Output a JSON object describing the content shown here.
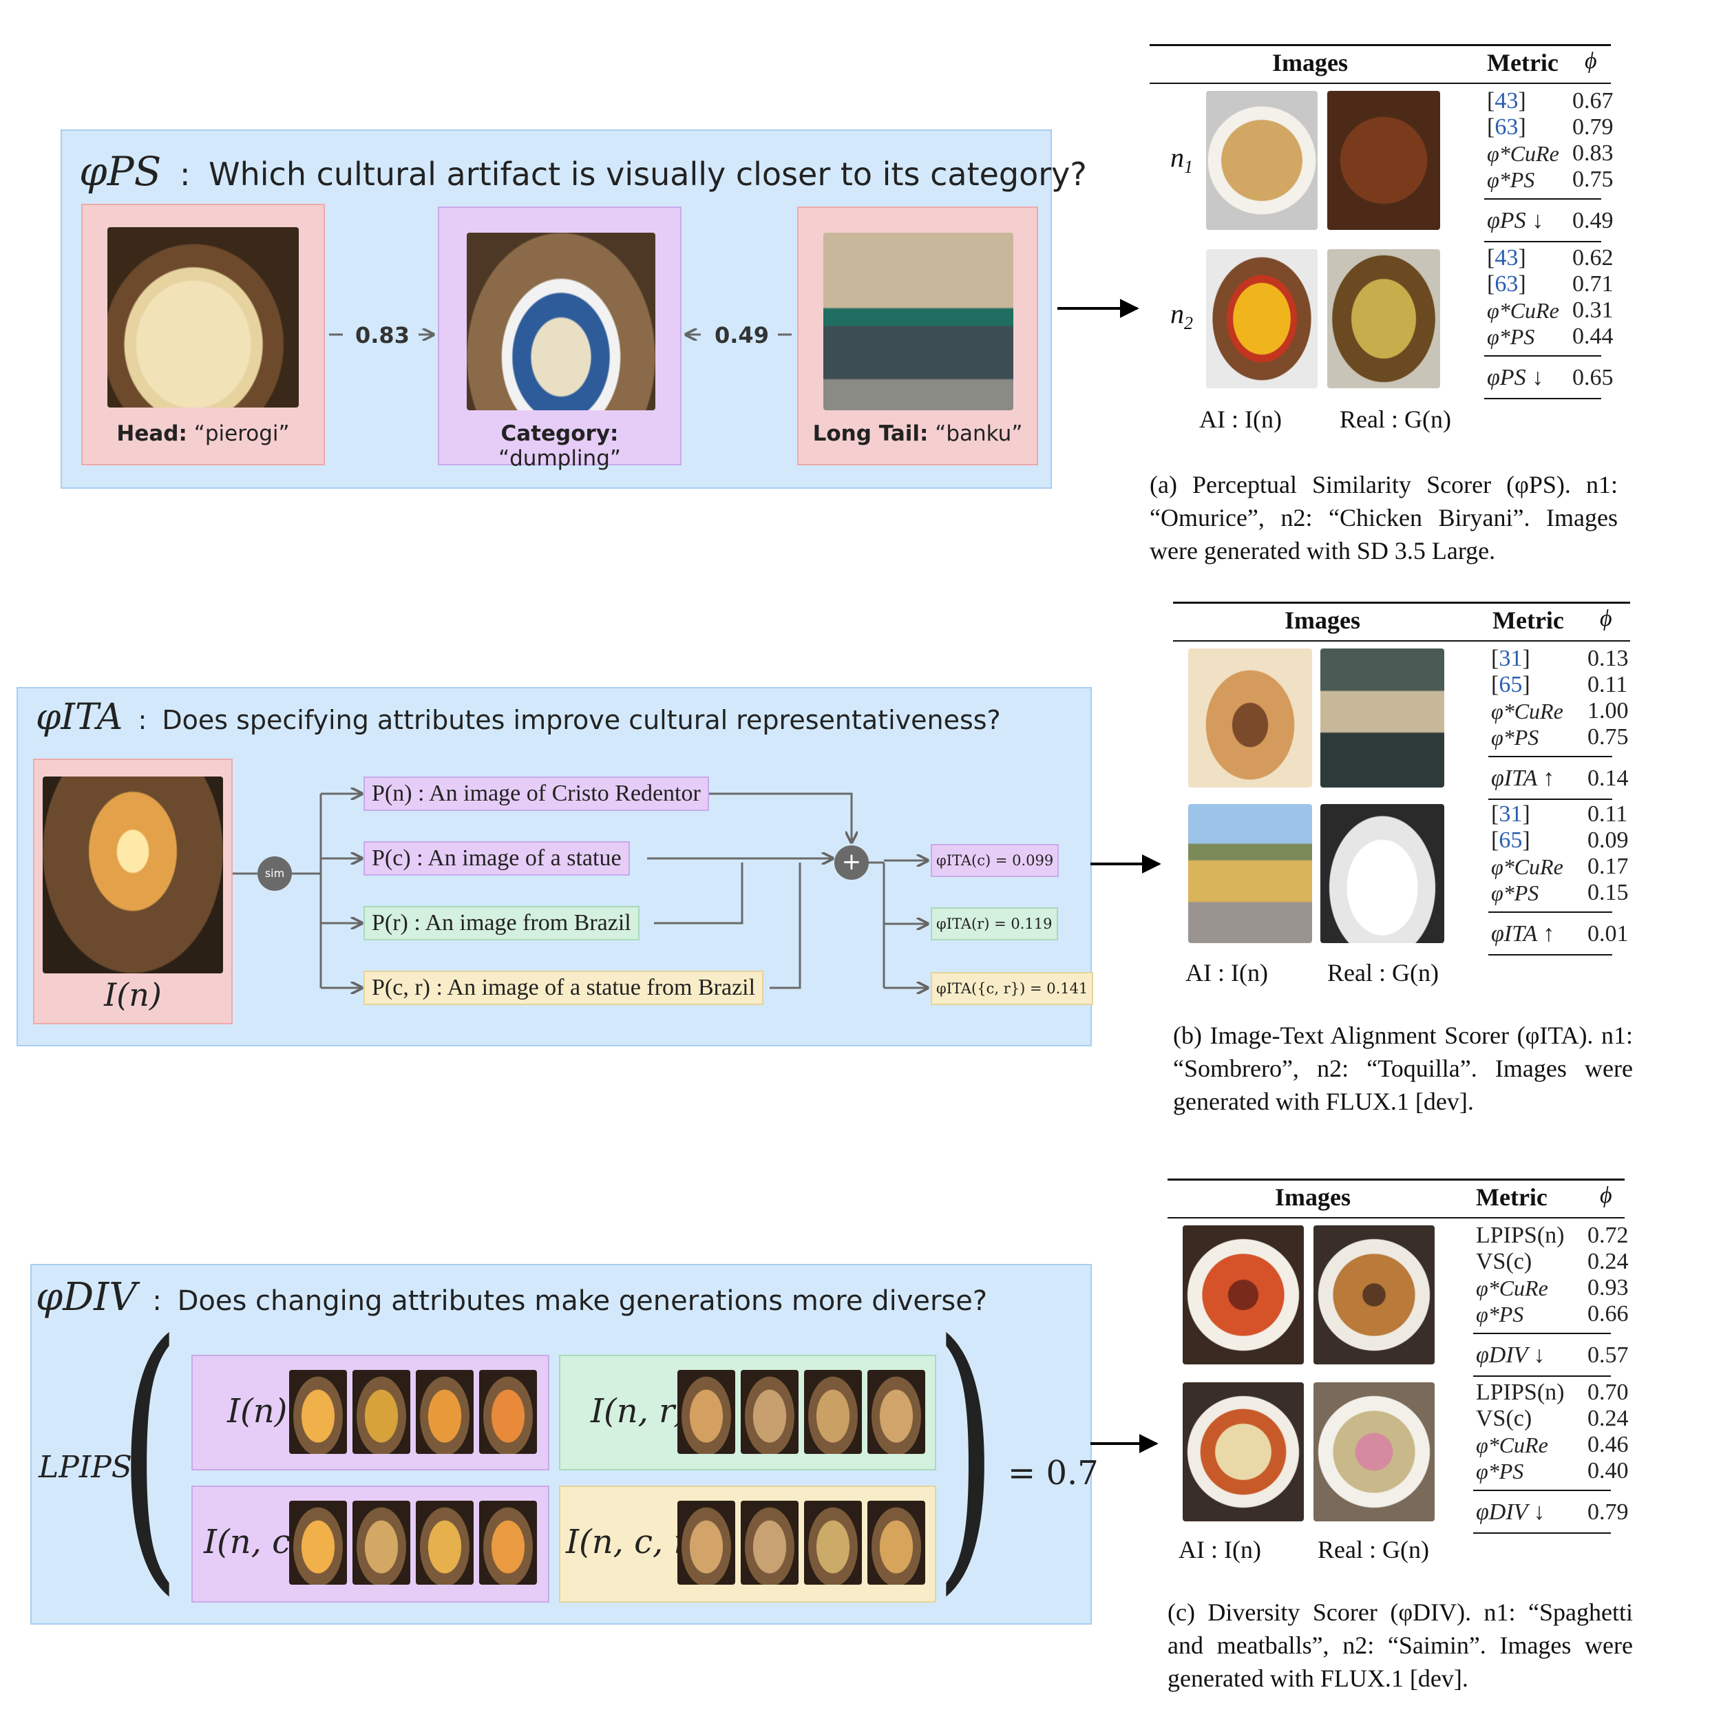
{
  "ps": {
    "symbol": "φPS",
    "question": "Which cultural artifact is visually closer to its category?",
    "head_key": "Head:",
    "head_val": "“pierogi”",
    "category_key": "Category:",
    "category_val": "“dumpling”",
    "tail_key": "Long Tail:",
    "tail_val": "“banku”",
    "score_head": "0.83",
    "score_tail": "0.49",
    "table": {
      "col_images": "Images",
      "col_metric": "Metric",
      "col_phi": "ϕ",
      "row_n1": "n1",
      "row_n2": "n2",
      "n1_metrics": [
        [
          "[43]",
          "0.67"
        ],
        [
          "[63]",
          "0.79"
        ],
        [
          "φ*CuRe",
          "0.83"
        ],
        [
          "φ*PS",
          "0.75"
        ]
      ],
      "n1_final": [
        "φPS ↓",
        "0.49"
      ],
      "n2_metrics": [
        [
          "[43]",
          "0.62"
        ],
        [
          "[63]",
          "0.71"
        ],
        [
          "φ*CuRe",
          "0.31"
        ],
        [
          "φ*PS",
          "0.44"
        ]
      ],
      "n2_final": [
        "φPS ↓",
        "0.65"
      ],
      "ai_label": "AI : I(n)",
      "real_label": "Real : G(n)"
    },
    "caption": "(a) Perceptual Similarity Scorer (φPS). n1: “Omurice”, n2: “Chicken Biryani”. Images were generated with SD 3.5 Large."
  },
  "ita": {
    "symbol": "φITA",
    "question": "Does specifying attributes improve cultural representativeness?",
    "image_label": "I(n)",
    "sim": "sim",
    "plus": "+",
    "prompts": [
      "P(n) : An image of Cristo Redentor",
      "P(c) : An image of a statue",
      "P(r) : An image from Brazil",
      "P(c, r) : An image of a statue from Brazil"
    ],
    "results": [
      "φITA(c) = 0.099",
      "φITA(r) = 0.119",
      "φITA({c, r}) = 0.141"
    ],
    "table": {
      "col_images": "Images",
      "col_metric": "Metric",
      "col_phi": "ϕ",
      "n1_metrics": [
        [
          "[31]",
          "0.13"
        ],
        [
          "[65]",
          "0.11"
        ],
        [
          "φ*CuRe",
          "1.00"
        ],
        [
          "φ*PS",
          "0.75"
        ]
      ],
      "n1_final": [
        "φITA ↑",
        "0.14"
      ],
      "n2_metrics": [
        [
          "[31]",
          "0.11"
        ],
        [
          "[65]",
          "0.09"
        ],
        [
          "φ*CuRe",
          "0.17"
        ],
        [
          "φ*PS",
          "0.15"
        ]
      ],
      "n2_final": [
        "φITA ↑",
        "0.01"
      ],
      "ai_label": "AI : I(n)",
      "real_label": "Real : G(n)"
    },
    "caption": "(b) Image-Text Alignment Scorer (φITA). n1: “Sombrero”, n2: “Toquilla”. Images were generated with FLUX.1 [dev]."
  },
  "div": {
    "symbol": "φDIV",
    "question": "Does changing attributes make generations more diverse?",
    "lpips": "LPIPS",
    "groups": [
      "I(n)",
      "I(n, r)",
      "I(n, c)",
      "I(n, c, r)"
    ],
    "result": "= 0.7",
    "table": {
      "col_images": "Images",
      "col_metric": "Metric",
      "col_phi": "ϕ",
      "n1_metrics": [
        [
          "LPIPS(n)",
          "0.72"
        ],
        [
          "VS(c)",
          "0.24"
        ],
        [
          "φ*CuRe",
          "0.93"
        ],
        [
          "φ*PS",
          "0.66"
        ]
      ],
      "n1_final": [
        "φDIV ↓",
        "0.57"
      ],
      "n2_metrics": [
        [
          "LPIPS(n)",
          "0.70"
        ],
        [
          "VS(c)",
          "0.24"
        ],
        [
          "φ*CuRe",
          "0.46"
        ],
        [
          "φ*PS",
          "0.40"
        ]
      ],
      "n2_final": [
        "φDIV ↓",
        "0.79"
      ],
      "ai_label": "AI : I(n)",
      "real_label": "Real : G(n)"
    },
    "caption": "(c) Diversity Scorer (φDIV). n1: “Spaghetti and meatballs”, n2: “Saimin”. Images were generated with FLUX.1 [dev]."
  },
  "colors": {
    "panel": "#d3e9fb",
    "pink": "#f5cfd0",
    "lavender": "#e6cdf7",
    "green": "#d4f0df",
    "yellow": "#f8edc8",
    "ref": "#2a5db0"
  }
}
